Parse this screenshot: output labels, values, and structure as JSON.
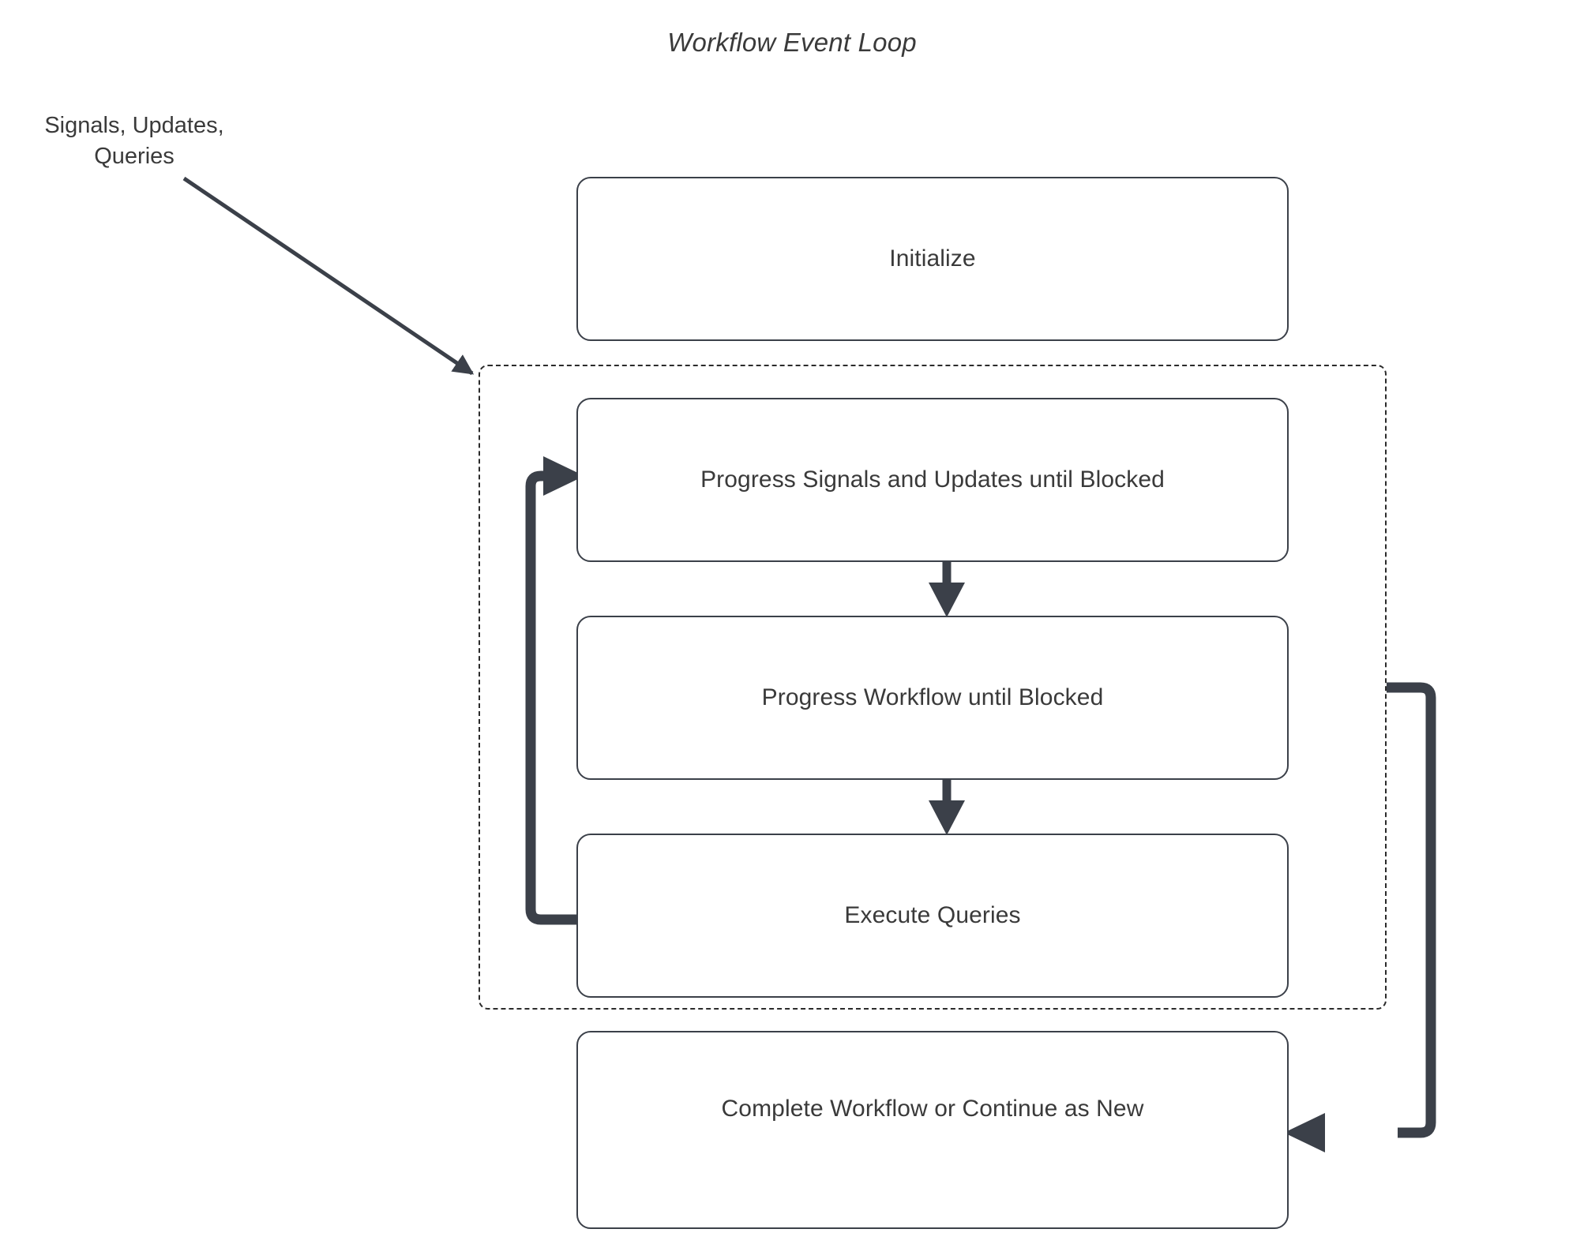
{
  "diagram": {
    "title": "Workflow Event Loop",
    "type": "flowchart",
    "background_color": "#ffffff",
    "stroke_color": "#3b4049",
    "text_color": "#3a3a3a",
    "external_input": {
      "name": "signals-updates-queries",
      "line1": "Signals, Updates,",
      "line2": "Queries"
    },
    "cluster": {
      "name": "event-loop-cluster",
      "label": "",
      "style": "dashed"
    },
    "nodes": [
      {
        "id": "initialize",
        "label": "Initialize"
      },
      {
        "id": "progress-signals-updates",
        "label": "Progress Signals and Updates until Blocked"
      },
      {
        "id": "progress-workflow",
        "label": "Progress Workflow until Blocked"
      },
      {
        "id": "execute-queries",
        "label": "Execute Queries"
      },
      {
        "id": "complete-workflow",
        "label": "Complete Workflow or Continue as New"
      }
    ],
    "edges": [
      {
        "id": "input-to-cluster",
        "from": "signals-updates-queries",
        "to": "event-loop-cluster",
        "style": "diagonal-arrow"
      },
      {
        "id": "signals-to-workflow",
        "from": "progress-signals-updates",
        "to": "progress-workflow",
        "style": "straight-arrow"
      },
      {
        "id": "workflow-to-queries",
        "from": "progress-workflow",
        "to": "execute-queries",
        "style": "straight-arrow"
      },
      {
        "id": "queries-loop-back",
        "from": "execute-queries",
        "to": "progress-signals-updates",
        "style": "thick-loop-left"
      },
      {
        "id": "cluster-to-complete",
        "from": "event-loop-cluster",
        "to": "complete-workflow",
        "style": "thick-loop-right"
      }
    ]
  }
}
